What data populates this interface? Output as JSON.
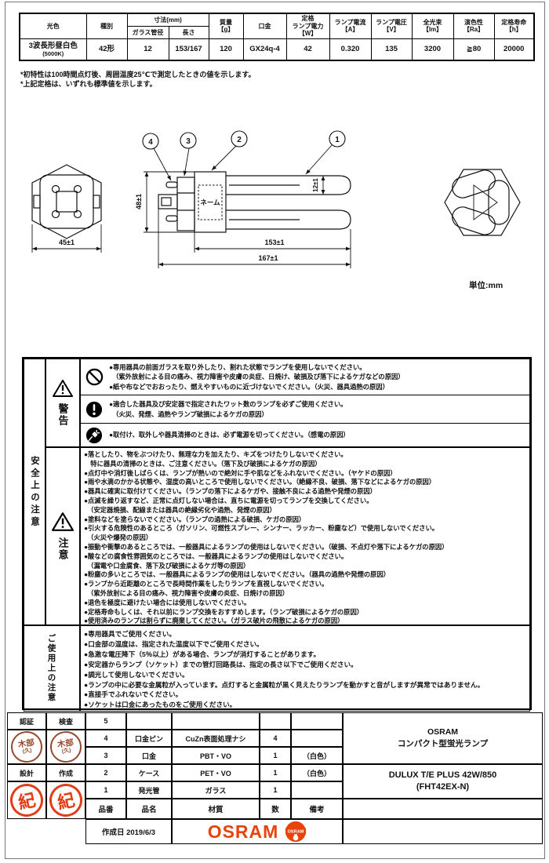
{
  "spec_table": {
    "h_light_color": "光色",
    "h_type": "種別",
    "h_dimensions": "寸法(mm)",
    "h_glass_diameter": "ガラス管径",
    "h_length": "長さ",
    "h_mass_1": "質量",
    "h_mass_2": "【g】",
    "h_base": "口金",
    "h_power_1": "定格",
    "h_power_2": "ランプ電力",
    "h_power_3": "【W】",
    "h_current_1": "ランプ電流",
    "h_current_2": "【A】",
    "h_voltage_1": "ランプ電圧",
    "h_voltage_2": "【V】",
    "h_flux_1": "全光束",
    "h_flux_2": "【lm】",
    "h_cri_1": "演色性",
    "h_cri_2": "【Ra】",
    "h_life_1": "定格寿命",
    "h_life_2": "【h】",
    "v_light_color_1": "3波長形昼白色",
    "v_light_color_2": "(5000K)",
    "v_type": "42形",
    "v_glass_diameter": "12",
    "v_length": "153/167",
    "v_mass": "120",
    "v_base": "GX24q-4",
    "v_power": "42",
    "v_current": "0.320",
    "v_voltage": "135",
    "v_flux": "3200",
    "v_cri": "≧80",
    "v_life": "20000"
  },
  "footnotes": {
    "line1": "*初特性は100時間点灯後、周囲温度25℃で測定したときの値を示します。",
    "line2": "*上記定格は、いずれも標準値を示します。"
  },
  "drawing": {
    "callout_1": "1",
    "callout_2": "2",
    "callout_3": "3",
    "callout_4": "4",
    "dim_width": "45±1",
    "dim_height": "48±1",
    "dim_tube": "12±1",
    "dim_len_153": "153±1",
    "dim_len_167": "167±1",
    "name_label": "ネーム",
    "unit_label": "単位:mm"
  },
  "safety": {
    "side_label": "安全上の注意",
    "warning": {
      "label": "警告",
      "rows": [
        {
          "icon": "prohibition-icon",
          "lines": [
            "●専用器具の前面ガラスを取り外したり、割れた状態でランプを使用しないでください。",
            "　（紫外放射による目の痛み、視力障害や皮膚の炎症、日焼け、破損及び落下によるケガなどの原因）",
            "●紙や布などでおおったり、燃えやすいものに近づけないでください。（火災、器具過熱の原因）"
          ]
        },
        {
          "icon": "mandatory-icon",
          "lines": [
            "●適合した器具及び安定器で指定されたワット数のランプを必ずご使用ください。",
            "　（火災、発煙、過熱やランプ破損によるケガの原因）"
          ]
        },
        {
          "icon": "unplug-icon",
          "lines": [
            "●取付け、取外しや器具清掃のときは、必ず電源を切ってください。（感電の原因）"
          ]
        }
      ]
    },
    "caution": {
      "label": "注意",
      "lines": [
        "●落としたり、物をぶつけたり、無理な力を加えたり、キズをつけたりしないでください。",
        "　特に器具の清掃のときは、ご注意ください。（落下及び破損によるケガの原因）",
        "●点灯中や消灯後しばらくは、ランプが熱いので絶対に手や肌などをふれないでください。（ヤケドの原因）",
        "●雨や水滴のかかる状態や、湿度の高いところで使用しないでください。（絶縁不良、破損、落下などによるケガの原因）",
        "●器具に確実に取付けてください。（ランプの落下によるケガや、接触不良による過熱や発煙の原因）",
        "●点滅を繰り返すなど、正常に点灯しない場合は、直ちに電源を切ってランプを交換してください。",
        "　（安定器焼損、配線または器具の絶縁劣化や過熱、発煙の原因）",
        "●塗料などを塗らないでください。（ランプの過熱による破損、ケガの原因）",
        "●引火する危険性のあるところ（ガソリン、可燃性スプレー、シンナー、ラッカー、粉塵など）で使用しないでください。",
        "　（火災や爆発の原因）",
        "●振動や衝撃のあるところでは、一般器具によるランプの使用はしないでください。（破損、不点灯や落下によるケガの原因）",
        "●酸などの腐食性雰囲気のところでは、一般器具によるランプの使用はしないでください。",
        "　（漏電や口金腐食、落下及び破損によるケガ等の原因）",
        "●粉塵の多いところでは、一般器具によるランプの使用はしないでください。（器具の過熱や発煙の原因）",
        "●ランプから近距離のところで長時間作業をしたりランプを直視しないでください。",
        "　（紫外放射による目の痛み、視力障害や皮膚の炎症、日焼けの原因）",
        "●退色を極度に避けたい場合には使用しないでください。",
        "●定格寿命もしくは、それ以前にランプ交換をおすすめします。（ランプ破損によるケガの原因）",
        "●使用済みのランプは割らずに廃棄してください。（ガラス破片の飛散によるケガの原因）"
      ]
    },
    "usage": {
      "label": "ご使用上の注意",
      "lines": [
        "●専用器具でご使用ください。",
        "●口金部の温度は、指定された温度以下でご使用ください。",
        "●急激な電圧降下（5％以上）がある場合、ランプが消灯することがあります。",
        "●安定器からランプ（ソケット）までの管灯回路長は、指定の長さ以下でご使用ください。",
        "●調光して使用しないでください。",
        "●ランプの中に必要な金属粒が入っています。点灯すると金属粒が黒く見えたりランプを動かすと音がしますが異常ではありません。",
        "●直接手でふれないでください。",
        "●ソケットは口金にあったものをご使用ください。"
      ]
    }
  },
  "title_block": {
    "cert_label": "認証",
    "inspect_label": "検査",
    "design_label": "設計",
    "create_label": "作成",
    "stamp_brown_line1": "木部",
    "stamp_brown_line2": "(久)",
    "stamp_red_char": "紀",
    "header": {
      "no": "品番",
      "name": "品名",
      "material": "材質",
      "qty": "数",
      "note": "備考"
    },
    "parts": [
      {
        "no": "5",
        "name": "",
        "material": "",
        "qty": "",
        "note": ""
      },
      {
        "no": "4",
        "name": "口金ピン",
        "material": "CuZn表面処理ナシ",
        "qty": "4",
        "note": ""
      },
      {
        "no": "3",
        "name": "口金",
        "material": "PBT・VO",
        "qty": "1",
        "note": "（白色）"
      },
      {
        "no": "2",
        "name": "ケース",
        "material": "PET・VO",
        "qty": "1",
        "note": "（白色）"
      },
      {
        "no": "1",
        "name": "発光管",
        "material": "ガラス",
        "qty": "1",
        "note": ""
      }
    ],
    "maker": "OSRAM",
    "product_category": "コンパクト型蛍光ランプ",
    "product_name": "DULUX T/E PLUS 42W/850",
    "product_code": "(FHT42EX-N)",
    "date_label": "作成日 2019/6/3",
    "logo_text": "OSRAM",
    "logo_color": "#e8430b"
  }
}
